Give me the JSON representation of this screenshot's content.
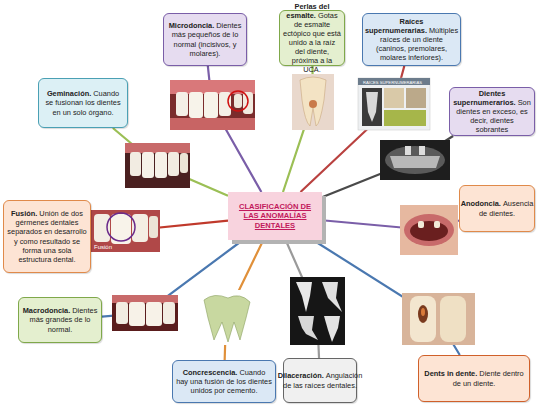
{
  "diagram": {
    "nodes": [
      {
        "text": [
          "CLASIFICACIÓN DE LAS ANOMALÍAS DENTALES"
        ]
      },
      {
        "text": [
          "Microdoncia.",
          "Dientes más pequeños de lo normal (incisivos, y molares)."
        ]
      },
      {
        "text": [
          "Perlas del esmalte.",
          "Gotas de esmalte ectópico que está unido a la raíz del diente, próxima a la UCA."
        ]
      },
      {
        "text": [
          "Raíces supernumerarias.",
          "Múltiples raíces de un diente (caninos, premolares, molares inferiores)."
        ]
      },
      {
        "text": [
          "Geminación.",
          "Cuando se fusionan los dientes en un solo órgano."
        ]
      },
      {
        "text": [
          "Dientes supernumerarios.",
          "Son dientes en exceso, es decir, dientes sobrantes"
        ]
      },
      {
        "text": [
          "Fusión.",
          "Unión de dos gérmenes dentales separados en desarrollo y como resultado se forma una sola estructura dental."
        ]
      },
      {
        "text": [
          "Anodoncia.",
          "Ausencia de dientes."
        ]
      },
      {
        "text": [
          "Macrodoncia.",
          "Dientes más grandes de lo normal."
        ]
      },
      {
        "text": [
          "Concrescencia.",
          "Cuando hay una fusión de los dientes unidos por cemento."
        ]
      },
      {
        "text": [
          "Dilaceración.",
          "Angulación de las raíces dentales."
        ]
      },
      {
        "text": [
          "Dents in dente.",
          "Diente dentro de un diente."
        ]
      }
    ],
    "edges": [
      {
        "from": 0,
        "to": 1,
        "arrow": "none"
      },
      {
        "from": 0,
        "to": 2,
        "arrow": "none"
      },
      {
        "from": 0,
        "to": 3,
        "arrow": "none"
      },
      {
        "from": 0,
        "to": 4,
        "arrow": "none"
      },
      {
        "from": 0,
        "to": 5,
        "arrow": "none"
      },
      {
        "from": 0,
        "to": 6,
        "arrow": "none"
      },
      {
        "from": 0,
        "to": 7,
        "arrow": "none"
      },
      {
        "from": 0,
        "to": 8,
        "arrow": "none"
      },
      {
        "from": 0,
        "to": 9,
        "arrow": "none"
      },
      {
        "from": 0,
        "to": 10,
        "arrow": "none"
      },
      {
        "from": 0,
        "to": 11,
        "arrow": "none"
      }
    ],
    "labels": [
      "RAÍCES SUPERNUMERARIAS",
      "Fusión"
    ]
  }
}
